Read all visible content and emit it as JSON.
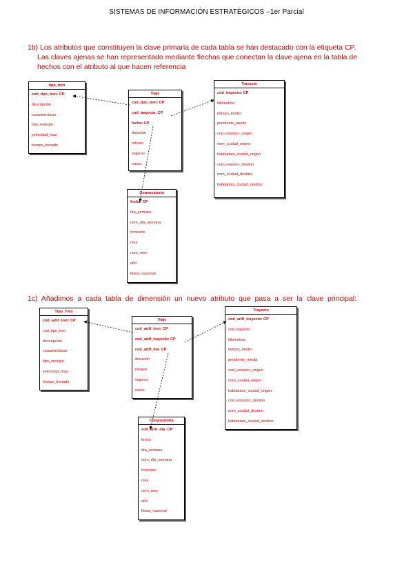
{
  "document": {
    "title": "SISTEMAS DE INFORMACIÓN ESTRATÉGICOS –1er Parcial"
  },
  "section_1b": {
    "lines": [
      "1b) Los atributos que constituyen la clave primaria de cada tabla se han destacado con la etiqueta CP.",
      "Las claves ajenas se han representado mediante flechas que conectan la clave ajena en la tabla de",
      "hechos con el atributo al que hacen referencia"
    ],
    "tables": {
      "tipo_tren": {
        "title": "tipo_tren",
        "fields": [
          "cod_tipo_tren: CP",
          "descripción",
          "características",
          "tipo_energía",
          "velocidad_max",
          "tiempo_frenado"
        ]
      },
      "viaje": {
        "title": "Viaje",
        "fields": [
          "cod_tipo_tren: CP",
          "cod_trayecto: CP",
          "fecha: CP",
          "duración",
          "retraso",
          "viajeros",
          "euros"
        ]
      },
      "trayecto": {
        "title": "Trayecto",
        "fields": [
          "cod_trayecto: CP",
          "kilómetros",
          "tiempo_medio",
          "pendiente_media",
          "cod_estación_origen",
          "nom_ciudad_origen",
          "habitantes_ciudad_origen",
          "cod_estación_destino",
          "nom_ciudad_destino",
          "habitantes_ciudad_destino"
        ]
      },
      "convocatoria": {
        "title": "Convocatoria",
        "fields": [
          "fecha: CP",
          "día_semana",
          "nom_día_semana",
          "trimestre",
          "mes",
          "nom_mes",
          "año",
          "fiesta_nacional"
        ]
      }
    }
  },
  "section_1c": {
    "line": "1c) Añadimos a cada tabla de dimensión un nuevo atributo que pasa a ser la clave principal:",
    "tables": {
      "tipo_tren": {
        "title": "Tipo_Tren",
        "fields": [
          "cod_artif_tren: CP",
          "cod_tipo_tren",
          "descripción",
          "características",
          "tipo_energía",
          "velocidad_max",
          "tiempo_frenado"
        ]
      },
      "viaje": {
        "title": "Viaje",
        "fields": [
          "cod_artif_tren: CP",
          "cod_artif_trayecto: CP",
          "cod_artif_día: CP",
          "duración",
          "retraso",
          "viajeros",
          "euros"
        ]
      },
      "trayecto": {
        "title": "Trayecto",
        "fields": [
          "cod_artif_trayecto: CP",
          "cod_trayecto",
          "kilómetros",
          "tiempo_medio",
          "pendiente_media",
          "cod_estación_origen",
          "nom_ciudad_origen",
          "habitantes_ciudad_origen",
          "cod_estación_destino",
          "nom_ciudad_destino",
          "habitantes_ciudad_destino"
        ]
      },
      "convocatoria": {
        "title": "Convocatoria",
        "fields": [
          "cod_artif_día: CP",
          "fecha",
          "día_semana",
          "nom_día_semana",
          "trimestre",
          "mes",
          "nom_mes",
          "año",
          "fiesta_nacional"
        ]
      }
    }
  },
  "colors": {
    "accent": "#e00000",
    "text": "#000000"
  }
}
